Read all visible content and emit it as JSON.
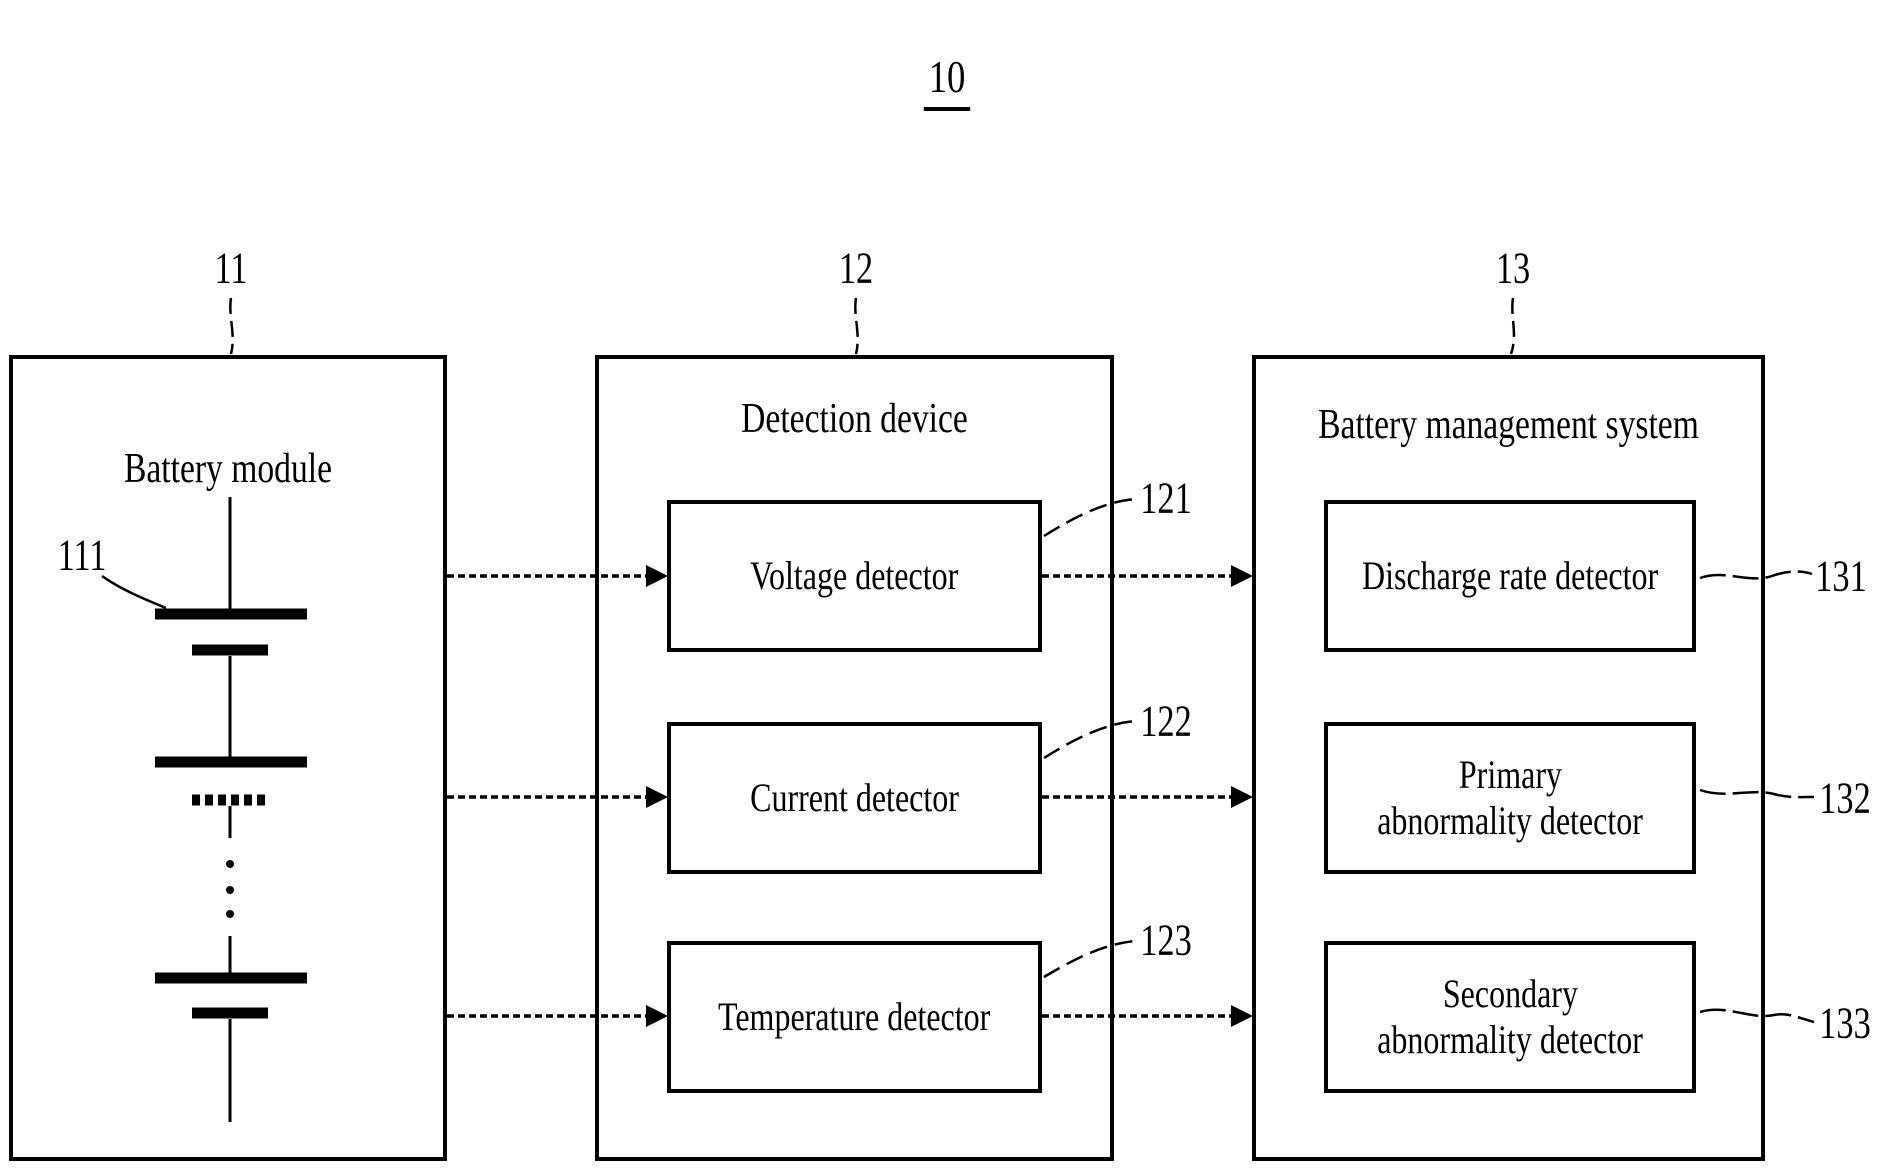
{
  "figure": {
    "reference_number": "10"
  },
  "colors": {
    "ink": "#000000",
    "background": "#ffffff"
  },
  "battery_module": {
    "ref": "11",
    "label": "Battery module",
    "cell_ref": "111"
  },
  "detection_device": {
    "ref": "12",
    "label": "Detection device",
    "detectors": [
      {
        "ref": "121",
        "label": "Voltage detector"
      },
      {
        "ref": "122",
        "label": "Current detector"
      },
      {
        "ref": "123",
        "label": "Temperature detector"
      }
    ]
  },
  "battery_management_system": {
    "ref": "13",
    "label": "Battery management system",
    "detectors": [
      {
        "ref": "131",
        "lines": [
          "Discharge rate detector",
          ""
        ]
      },
      {
        "ref": "132",
        "lines": [
          "Primary",
          "abnormality detector"
        ]
      },
      {
        "ref": "133",
        "lines": [
          "Secondary",
          "abnormality detector"
        ]
      }
    ]
  }
}
